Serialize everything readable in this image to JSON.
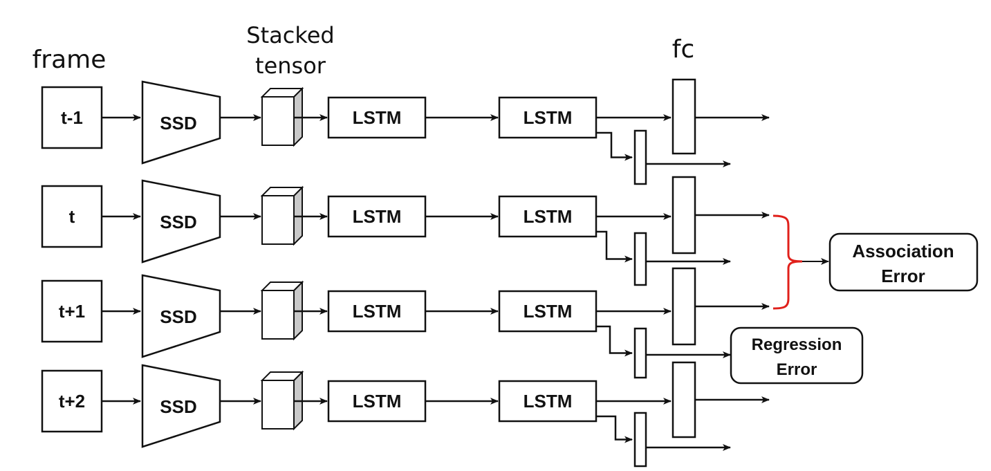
{
  "headers": {
    "frame": "frame",
    "stacked_line1": "Stacked",
    "stacked_line2": "tensor",
    "fc": "fc"
  },
  "rows": [
    {
      "frame_label": "t-1",
      "detector_label": "SSD",
      "lstm1_label": "LSTM",
      "lstm2_label": "LSTM"
    },
    {
      "frame_label": "t",
      "detector_label": "SSD",
      "lstm1_label": "LSTM",
      "lstm2_label": "LSTM"
    },
    {
      "frame_label": "t+1",
      "detector_label": "SSD",
      "lstm1_label": "LSTM",
      "lstm2_label": "LSTM"
    },
    {
      "frame_label": "t+2",
      "detector_label": "SSD",
      "lstm1_label": "LSTM",
      "lstm2_label": "LSTM"
    }
  ],
  "association_error": {
    "line1": "Association",
    "line2": "Error"
  },
  "regression_error": {
    "line1": "Regression",
    "line2": "Error"
  },
  "colors": {
    "stroke": "#111111",
    "brace": "#e0201b",
    "cube_side": "#c9c9c9"
  }
}
